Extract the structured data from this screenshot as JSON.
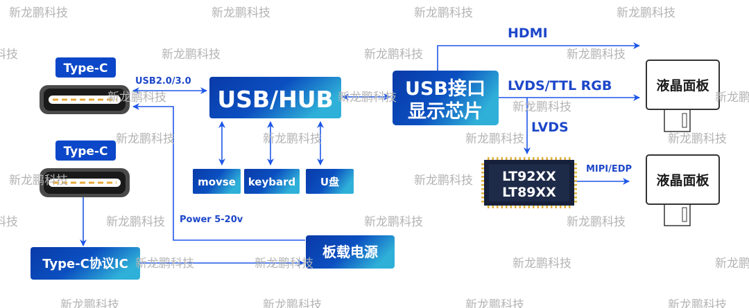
{
  "watermark": "新龙鹏科技",
  "colors": {
    "accent": "#1d56e8",
    "box_dark": "#0a3fb0",
    "box_light": "#2aa6d6",
    "chip": "#16203a",
    "pin": "#e0b23a"
  },
  "left": {
    "typec1_label": "Type-C",
    "typec2_label": "Type-C",
    "usb_label": "USB2.0/3.0",
    "power_label": "Power 5-20v",
    "protocol_ic": "Type-C协议IC",
    "power_box": "板载电源"
  },
  "hub": {
    "title": "USB/HUB",
    "devices": [
      "movse",
      "keybard",
      "U盘"
    ]
  },
  "display_chip": {
    "line1": "USB接口",
    "line2": "显示芯片"
  },
  "outputs": {
    "hdmi": "HDMI",
    "lvds_ttl": "LVDS/TTL RGB",
    "lvds": "LVDS",
    "mipi": "MIPI/EDP"
  },
  "bridge_chip": {
    "line1": "LT92XX",
    "line2": "LT89XX"
  },
  "panels": [
    "液晶面板",
    "液晶面板"
  ]
}
